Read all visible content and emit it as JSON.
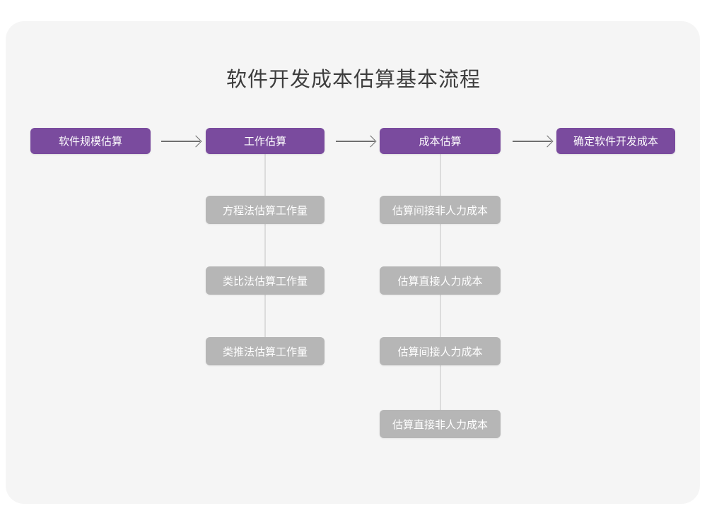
{
  "page": {
    "title": "软件开发成本估算基本流程",
    "background_color": "#ffffff",
    "card_color": "#f5f5f5",
    "accent_color": "#7a4b9e",
    "secondary_color": "#b6b6b6",
    "connector_color": "#dcdcdc",
    "arrow_color": "#6f6f6f"
  },
  "chart_data": {
    "type": "diagram",
    "title": "软件开发成本估算基本流程",
    "orientation": "horizontal-with-vertical-substeps",
    "main_steps": [
      {
        "id": "step1",
        "label": "软件规模估算"
      },
      {
        "id": "step2",
        "label": "工作估算"
      },
      {
        "id": "step3",
        "label": "成本估算"
      },
      {
        "id": "step4",
        "label": "确定软件开发成本"
      }
    ],
    "arrows": [
      {
        "from": "step1",
        "to": "step2",
        "glyph": "→"
      },
      {
        "from": "step2",
        "to": "step3",
        "glyph": "→"
      },
      {
        "from": "step3",
        "to": "step4",
        "glyph": "→"
      }
    ],
    "sub_steps": {
      "step2": [
        "方程法估算工作量",
        "类比法估算工作量",
        "类推法估算工作量"
      ],
      "step3": [
        "估算间接非人力成本",
        "估算直接人力成本",
        "估算间接人力成本",
        "估算直接非人力成本"
      ]
    }
  },
  "diagram": {
    "main": [
      {
        "label": "软件规模估算"
      },
      {
        "label": "工作估算"
      },
      {
        "label": "成本估算"
      },
      {
        "label": "确定软件开发成本"
      }
    ],
    "work_branch": [
      {
        "label": "方程法估算工作量"
      },
      {
        "label": "类比法估算工作量"
      },
      {
        "label": "类推法估算工作量"
      }
    ],
    "cost_branch": [
      {
        "label": "估算间接非人力成本"
      },
      {
        "label": "估算直接人力成本"
      },
      {
        "label": "估算间接人力成本"
      },
      {
        "label": "估算直接非人力成本"
      }
    ]
  }
}
